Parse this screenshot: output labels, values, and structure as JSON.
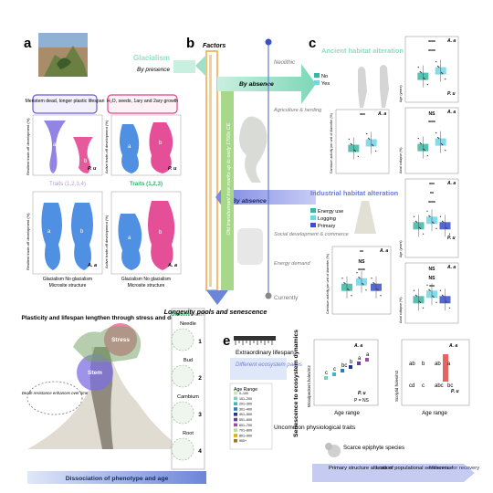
{
  "panels": {
    "a": {
      "letter": "a",
      "left_card": "Meristem dead, longer plastic lifespan",
      "right_card": "H₂O, seeds, 1ary and 2ary growth",
      "traits_left": "Traits (1,2,3,4)",
      "traits_right": "Traits (1,2,3)",
      "ylabel_left_top": "Resilient trade-off development (%)",
      "ylabel_right_top": "Active trade-off development (%)",
      "ylabel_left_bot": "Resilient trade-off development (%)",
      "ylabel_right_bot": "Active trade-off development (%)",
      "species_pu": "P. u",
      "species_aa": "A. a",
      "xlabel_group": "Glacialism No glacialism",
      "xlabel_struct": "Microsite structure",
      "letter_a": "a",
      "letter_b": "b",
      "plasticity_title": "Plasticity and lifespan lengthen through stress and death",
      "stress": "Stress",
      "stem": "Stem",
      "death_label": "Death resistance enhances over time",
      "growth_death_growth": "Growth",
      "growth_death_sep": "/",
      "growth_death_death": "Death",
      "organs": [
        {
          "name": "Needle",
          "num": "1"
        },
        {
          "name": "Bud",
          "num": "2"
        },
        {
          "name": "Cambium",
          "num": "3"
        },
        {
          "name": "Root",
          "num": "4"
        }
      ],
      "footer": "Dissociation of phenotype and age"
    },
    "b": {
      "letter": "b",
      "glacialism": "Glacialism",
      "by_presence": "By presence",
      "factors": "Factors",
      "by_absence_top": "By absence",
      "by_absence_bot": "By absence",
      "vertical_text": "Old transhumant tree marks up to early 1700s CE",
      "neolithic": "Neolithic",
      "agri": "Agriculture & herding",
      "social": "Social development & commerce",
      "energy": "Energy demand",
      "currently": "Currently",
      "longevity": "Longevity pools and senescence"
    },
    "c": {
      "letter": "c",
      "ancient_title": "Ancient habitat alteration",
      "legend_no": "No",
      "legend_yes": "Yes",
      "industrial_title": "Industrial habitat alteration",
      "legend_energy": "Energy use",
      "legend_logging": "Logging",
      "legend_primary": "Primary",
      "ylabel_cambium_top": "Cambium activity per unit of diameter (%)",
      "ylabel_age_top": "Age (years)",
      "ylabel_axial_top": "Axial collapse (%)",
      "ylabel_cambium_bot": "Cambium activity per unit of diameter (%)",
      "ylabel_age_bot": "Age (years)",
      "ylabel_axial_bot": "Axial collapse (%)",
      "sig4": "****",
      "sig3": "***",
      "sig2": "**",
      "ns": "NS",
      "species_aa": "A. a",
      "species_pu": "P. u"
    },
    "e": {
      "letter": "e",
      "extraordinary": "Extraordinary lifespan",
      "different_paces": "Different ecosystem paces",
      "vertical_title": "Senescence to ecosystem dynamics",
      "age_range_title": "Age Range",
      "age_ranges": [
        "0–100",
        "101–200",
        "201–300",
        "301–400",
        "401–500",
        "501–600",
        "601–700",
        "701–800",
        "801–900",
        "900+"
      ],
      "age_colors": [
        "#c7e9b4",
        "#7fcdbb",
        "#41b6c4",
        "#2c7fb8",
        "#253494",
        "#6a3d9a",
        "#984ea3",
        "#b2df8a",
        "#e6ab02",
        "#a6761d"
      ],
      "uncommon": "Uncommon physiological traits",
      "ylabel_woodpecker": "Woodpeckers holes/m2",
      "ylabel_scolytid": "Scolytid holes/m2",
      "xlabel": "Age range",
      "species_aa": "A. a",
      "species_pu": "P. u",
      "pns": "P = NS",
      "epiphyte": "Scarce epiphyte species",
      "primary_alt": "Primary structure alteration",
      "loss_pop": "Loss of populational senescence",
      "millennia": "Millennia for recovery",
      "letters_wood": [
        "c",
        "c",
        "bc",
        "b",
        "a",
        "a"
      ],
      "letters_scol": [
        "ab",
        "b",
        "ab",
        "a",
        "cd",
        "c",
        "abc",
        "bc"
      ]
    }
  }
}
